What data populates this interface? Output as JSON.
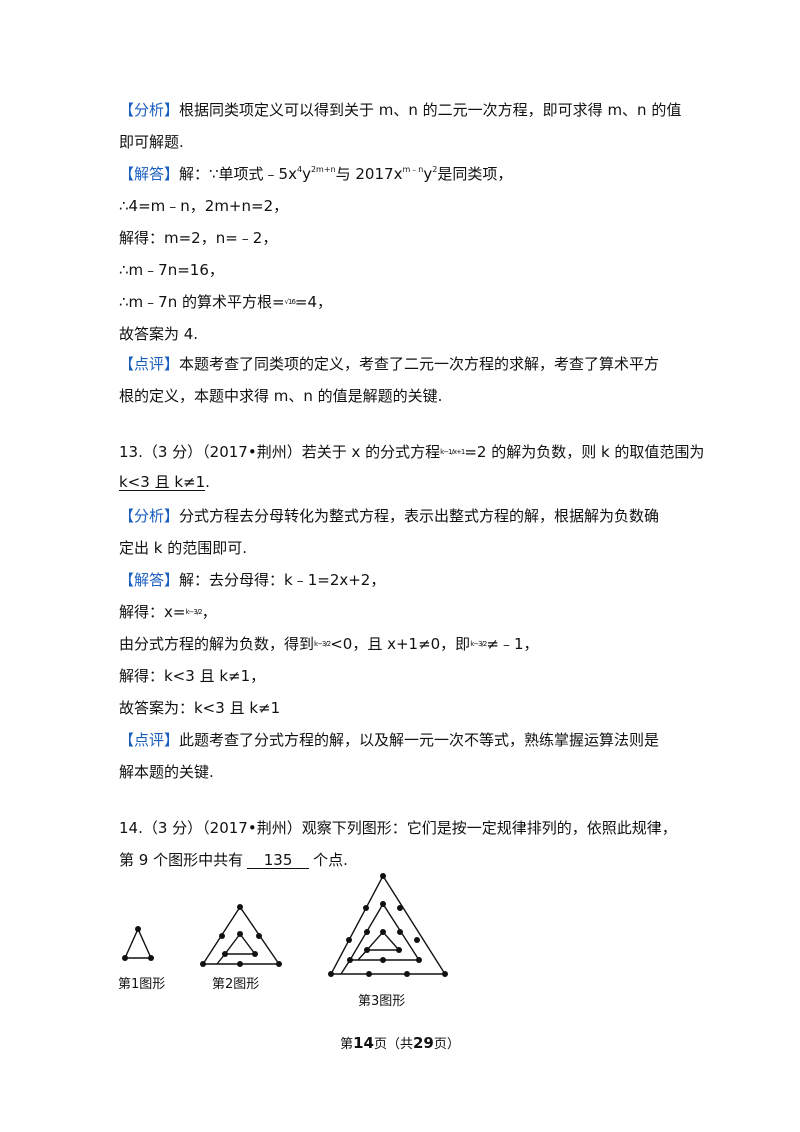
{
  "q12": {
    "analysis_tag": "【分析】",
    "analysis_1": "根据同类项定义可以得到关于 m、n 的二元一次方程，即可求得 m、n 的值",
    "analysis_2": "即可解题.",
    "solution_tag": "【解答】",
    "sol_l1_a": "解：∵单项式﹣5x",
    "sol_l1_sup1": "4",
    "sol_l1_b": "y",
    "sol_l1_sup2": "2m+n",
    "sol_l1_c": "与 2017x",
    "sol_l1_sup3": "m﹣n",
    "sol_l1_d": "y",
    "sol_l1_sup4": "2",
    "sol_l1_e": "是同类项，",
    "sol_l2": "∴4=m﹣n，2m+n=2，",
    "sol_l3": "解得：m=2，n=﹣2，",
    "sol_l4": "∴m﹣7n=16，",
    "sol_l5_a": "∴m﹣7n 的算术平方根=",
    "sol_l5_root": "√16",
    "sol_l5_b": "=4，",
    "sol_l6": "故答案为 4.",
    "comment_tag": "【点评】",
    "comment_1": "本题考查了同类项的定义，考查了二元一次方程的求解，考查了算术平方",
    "comment_2": "根的定义，本题中求得 m、n 的值是解题的关键."
  },
  "q13": {
    "stem_a": "13.（3 分）（2017•荆州）若关于 x 的分式方程",
    "stem_frac": "k−1/x+1",
    "stem_b": "=2 的解为负数，则 k 的取值范围为",
    "answer": "k<3 且 k≠1",
    "answer_end": ".",
    "analysis_tag": "【分析】",
    "analysis_1": "分式方程去分母转化为整式方程，表示出整式方程的解，根据解为负数确",
    "analysis_2": "定出 k 的范围即可.",
    "solution_tag": "【解答】",
    "sol_l1": "解：去分母得：k﹣1=2x+2，",
    "sol_l2_a": "解得：x=",
    "sol_l2_frac": "k−3/2",
    "sol_l2_b": "，",
    "sol_l3_a": "由分式方程的解为负数，得到",
    "sol_l3_frac1": "k−3/2",
    "sol_l3_b": "<0，且 x+1≠0，即",
    "sol_l3_frac2": "k−3/2",
    "sol_l3_c": "≠﹣1，",
    "sol_l4": "解得：k<3 且 k≠1，",
    "sol_l5": "故答案为：k<3 且 k≠1",
    "comment_tag": "【点评】",
    "comment_1": "此题考查了分式方程的解，以及解一元一次不等式，熟练掌握运算法则是",
    "comment_2": "解本题的关键."
  },
  "q14": {
    "stem_1": "14.（3 分）（2017•荆州）观察下列图形：它们是按一定规律排列的，依照此规律，",
    "stem_2_a": "第 9 个图形中共有",
    "answer": "135",
    "stem_2_b": "个点.",
    "fig1_label": "第1图形",
    "fig2_label": "第2图形",
    "fig3_label": "第3图形"
  },
  "footer": {
    "prefix": "第",
    "page": "14",
    "middle": "页（共",
    "total": "29",
    "suffix": "页）"
  }
}
